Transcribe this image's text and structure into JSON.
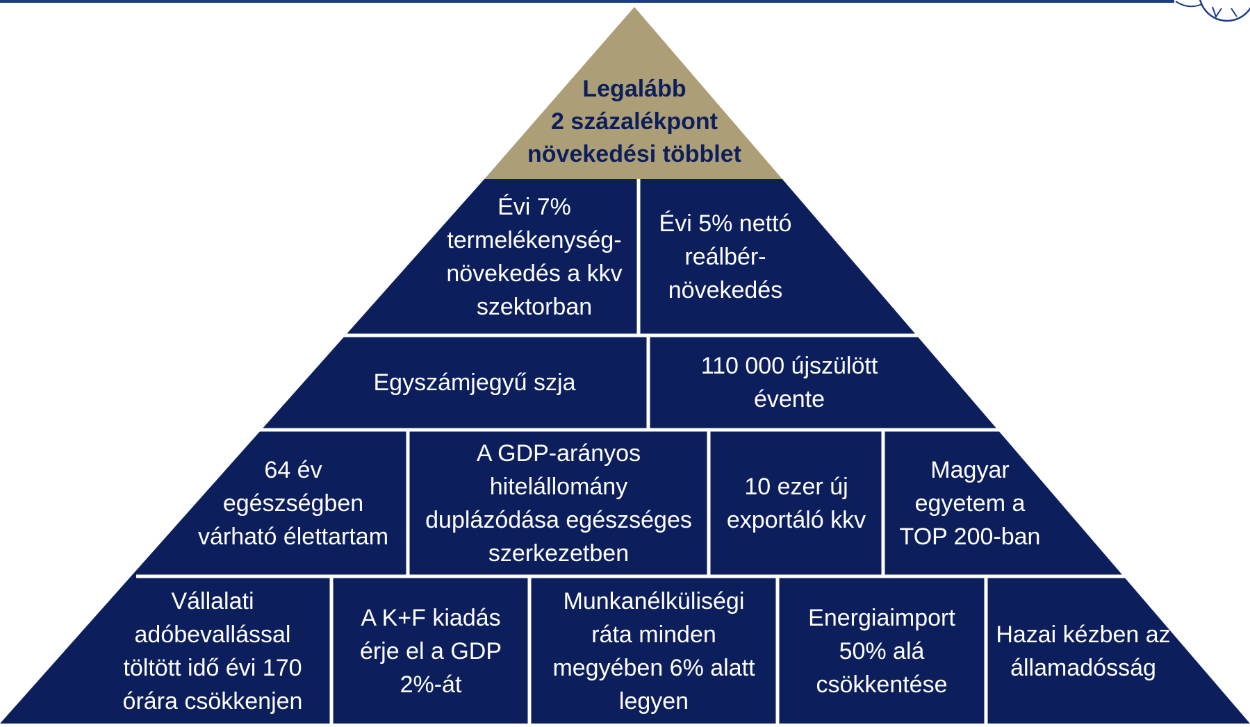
{
  "colors": {
    "navy": "#0c1f5c",
    "gold": "#ac9f77",
    "divider": "#ffffff",
    "header_line": "#1d3a8a"
  },
  "header": {
    "logo_icon": "seal-logo-icon"
  },
  "pyramid": {
    "apex": "Legalább\n2 százalékpont\nnövekedési többlet",
    "row1": [
      "Évi 7%\ntermelékenység-\nnövekedés a kkv\nszektorban",
      "Évi 5% nettó\nreálbér-\nnövekedés"
    ],
    "row2": [
      "Egyszámjegyű szja",
      "110 000 újszülött\névente"
    ],
    "row3": [
      "64 év\negészségben\nvárható élettartam",
      "A GDP-arányos\nhitelállomány\nduplázódása egészséges\nszerkezetben",
      "10 ezer új\nexportáló kkv",
      "Magyar\negyetem a\nTOP 200-ban"
    ],
    "row4": [
      "Vállalati\nadóbevallással\ntöltött idő évi 170\nórára csökkenjen",
      "A K+F kiadás\nérje el a GDP\n2%-át",
      "Munkanélküliségi\nráta minden\nmegyében 6% alatt\nlegyen",
      "Energiaimport\n50% alá\ncsökkentése",
      "Hazai kézben az\nállamadósság"
    ]
  }
}
